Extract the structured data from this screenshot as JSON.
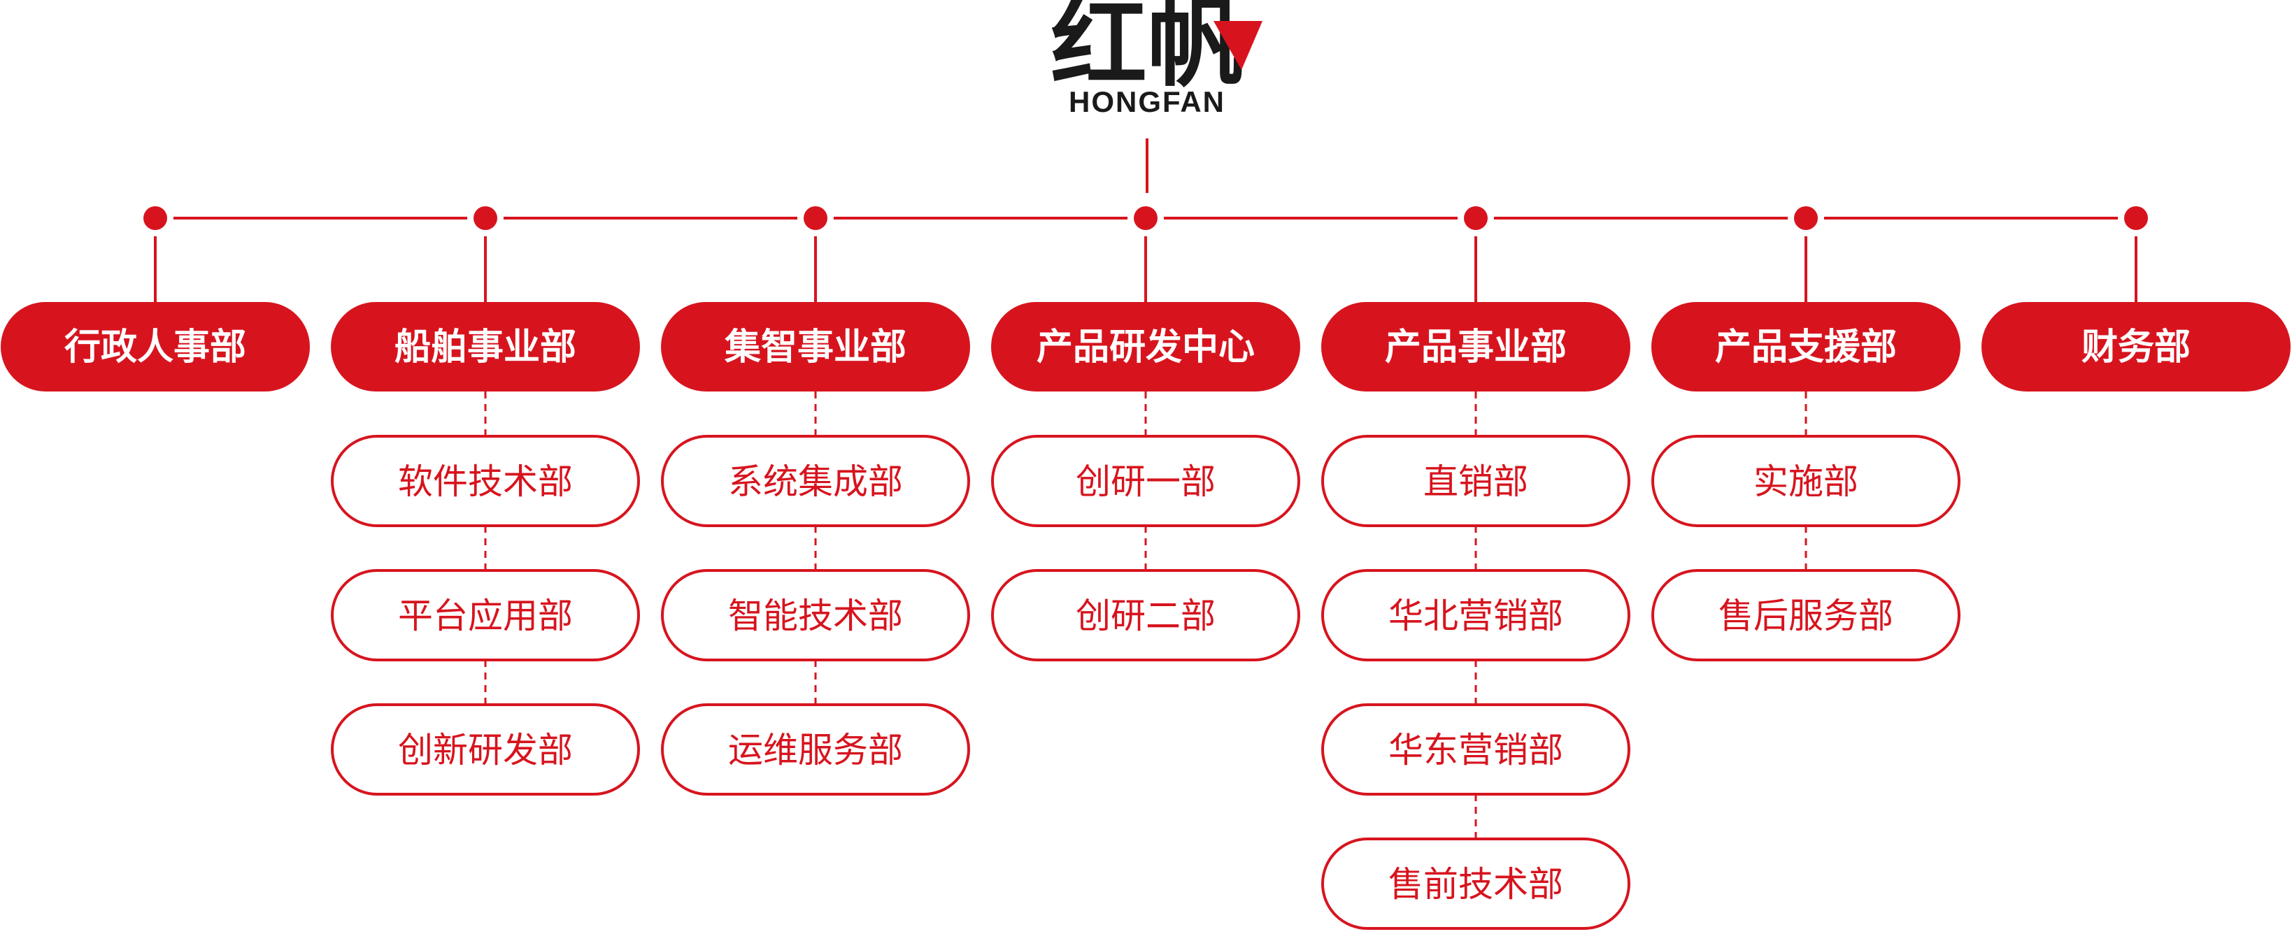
{
  "logo": {
    "name_cn": "红帆",
    "name_en": "HONGFAN",
    "colors": {
      "ink": "#1a1a1a",
      "accent": "#d7141e"
    }
  },
  "colors": {
    "primary": "#d7141e",
    "node_fill": "#d7141e",
    "node_text": "#ffffff",
    "sub_fill": "#ffffff",
    "sub_text": "#d7141e"
  },
  "departments": [
    {
      "name": "行政人事部",
      "children": []
    },
    {
      "name": "船舶事业部",
      "children": [
        "软件技术部",
        "平台应用部",
        "创新研发部"
      ]
    },
    {
      "name": "集智事业部",
      "children": [
        "系统集成部",
        "智能技术部",
        "运维服务部"
      ]
    },
    {
      "name": "产品研发中心",
      "children": [
        "创研一部",
        "创研二部"
      ]
    },
    {
      "name": "产品事业部",
      "children": [
        "直销部",
        "华北营销部",
        "华东营销部",
        "售前技术部"
      ]
    },
    {
      "name": "产品支援部",
      "children": [
        "实施部",
        "售后服务部"
      ]
    },
    {
      "name": "财务部",
      "children": []
    }
  ]
}
